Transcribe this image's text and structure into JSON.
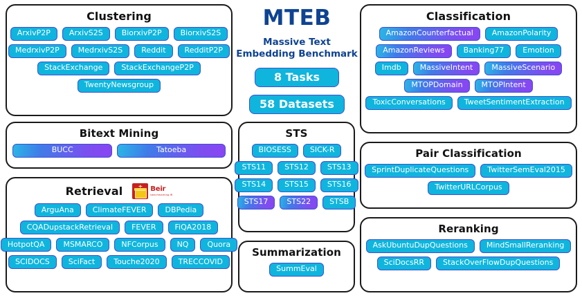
{
  "brand": {
    "title": "MTEB",
    "subtitle_line1": "Massive Text",
    "subtitle_line2": "Embedding Benchmark",
    "tasks_stat": "8 Tasks",
    "datasets_stat": "58 Datasets",
    "title_color": "#0e4391"
  },
  "colors": {
    "pill_solid": "#0fb5dd",
    "pill_border": "#3f4fd4",
    "gradient_start": "#2ab7e6",
    "gradient_end": "#8a45f2",
    "panel_border": "#1a1a1a",
    "text_on_pill": "#ffffff",
    "heading": "#121212"
  },
  "logos": {
    "beir": {
      "name": "Beir",
      "tagline": "benchmarking IR"
    }
  },
  "panels": {
    "clustering": {
      "title": "Clustering",
      "rows": [
        [
          {
            "label": "ArxivP2P",
            "gradient": false
          },
          {
            "label": "ArxivS2S",
            "gradient": false
          },
          {
            "label": "BiorxivP2P",
            "gradient": false
          },
          {
            "label": "BiorxivS2S",
            "gradient": false
          }
        ],
        [
          {
            "label": "MedrxivP2P",
            "gradient": false
          },
          {
            "label": "MedrxivS2S",
            "gradient": false
          },
          {
            "label": "Reddit",
            "gradient": false
          },
          {
            "label": "RedditP2P",
            "gradient": false
          }
        ],
        [
          {
            "label": "StackExchange",
            "gradient": false
          },
          {
            "label": "StackExchangeP2P",
            "gradient": false
          }
        ],
        [
          {
            "label": "TwentyNewsgroup",
            "gradient": false
          }
        ]
      ]
    },
    "bitext_mining": {
      "title": "Bitext Mining",
      "rows": [
        [
          {
            "label": "BUCC",
            "gradient": true
          },
          {
            "label": "Tatoeba",
            "gradient": true
          }
        ]
      ]
    },
    "retrieval": {
      "title": "Retrieval",
      "rows": [
        [
          {
            "label": "ArguAna",
            "gradient": false
          },
          {
            "label": "ClimateFEVER",
            "gradient": false
          },
          {
            "label": "DBPedia",
            "gradient": false
          }
        ],
        [
          {
            "label": "CQADupstackRetrieval",
            "gradient": false
          },
          {
            "label": "FEVER",
            "gradient": false
          },
          {
            "label": "FiQA2018",
            "gradient": false
          }
        ],
        [
          {
            "label": "HotpotQA",
            "gradient": false
          },
          {
            "label": "MSMARCO",
            "gradient": false
          },
          {
            "label": "NFCorpus",
            "gradient": false
          },
          {
            "label": "NQ",
            "gradient": false
          },
          {
            "label": "Quora",
            "gradient": false
          }
        ],
        [
          {
            "label": "SCIDOCS",
            "gradient": false
          },
          {
            "label": "SciFact",
            "gradient": false
          },
          {
            "label": "Touche2020",
            "gradient": false
          },
          {
            "label": "TRECCOVID",
            "gradient": false
          }
        ]
      ]
    },
    "sts": {
      "title": "STS",
      "rows": [
        [
          {
            "label": "BIOSESS",
            "gradient": false
          },
          {
            "label": "SICK-R",
            "gradient": false
          }
        ],
        [
          {
            "label": "STS11",
            "gradient": false
          },
          {
            "label": "STS12",
            "gradient": false
          },
          {
            "label": "STS13",
            "gradient": false
          }
        ],
        [
          {
            "label": "STS14",
            "gradient": false
          },
          {
            "label": "STS15",
            "gradient": false
          },
          {
            "label": "STS16",
            "gradient": false
          }
        ],
        [
          {
            "label": "STS17",
            "gradient": true
          },
          {
            "label": "STS22",
            "gradient": true
          },
          {
            "label": "STSB",
            "gradient": false
          }
        ]
      ]
    },
    "summarization": {
      "title": "Summarization",
      "rows": [
        [
          {
            "label": "SummEval",
            "gradient": false
          }
        ]
      ]
    },
    "classification": {
      "title": "Classification",
      "rows": [
        [
          {
            "label": "AmazonCounterfactual",
            "gradient": true
          },
          {
            "label": "AmazonPolarity",
            "gradient": false
          }
        ],
        [
          {
            "label": "AmazonReviews",
            "gradient": true
          },
          {
            "label": "Banking77",
            "gradient": false
          },
          {
            "label": "Emotion",
            "gradient": false
          }
        ],
        [
          {
            "label": "Imdb",
            "gradient": false
          },
          {
            "label": "MassiveIntent",
            "gradient": true
          },
          {
            "label": "MassiveScenario",
            "gradient": true
          }
        ],
        [
          {
            "label": "MTOPDomain",
            "gradient": true
          },
          {
            "label": "MTOPIntent",
            "gradient": true
          }
        ],
        [
          {
            "label": "ToxicConversations",
            "gradient": false
          },
          {
            "label": "TweetSentimentExtraction",
            "gradient": false
          }
        ]
      ]
    },
    "pair_classification": {
      "title": "Pair Classification",
      "rows": [
        [
          {
            "label": "SprintDuplicateQuestions",
            "gradient": false
          },
          {
            "label": "TwitterSemEval2015",
            "gradient": false
          }
        ],
        [
          {
            "label": "TwitterURLCorpus",
            "gradient": false
          }
        ]
      ]
    },
    "reranking": {
      "title": "Reranking",
      "rows": [
        [
          {
            "label": "AskUbuntuDupQuestions",
            "gradient": false
          },
          {
            "label": "MindSmallReranking",
            "gradient": false
          }
        ],
        [
          {
            "label": "SciDocsRR",
            "gradient": false
          },
          {
            "label": "StackOverFlowDupQuestions",
            "gradient": false
          }
        ]
      ]
    }
  }
}
